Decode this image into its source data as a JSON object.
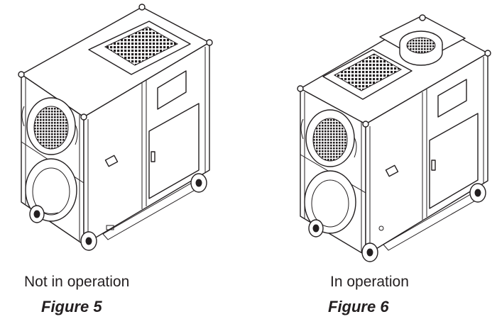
{
  "figures": [
    {
      "caption": "Not in operation",
      "label": "Figure 5"
    },
    {
      "caption": "In operation",
      "label": "Figure 6"
    }
  ],
  "colors": {
    "line": "#231f20",
    "background": "#ffffff"
  }
}
